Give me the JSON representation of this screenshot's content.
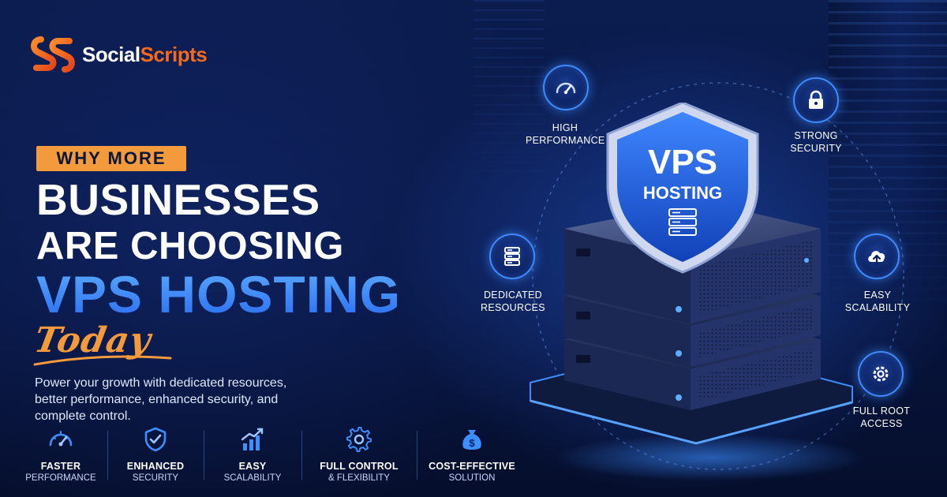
{
  "brand": {
    "name_part1": "Social",
    "name_part2": "Scripts",
    "orange": "#f26b1d",
    "accent_orange": "#f29a3c",
    "accent_blue": "#3d8eff"
  },
  "headline": {
    "kicker": "WHY MORE",
    "line1": "BUSINESSES",
    "line2": "ARE CHOOSING",
    "line3": "VPS HOSTING",
    "script": "Today"
  },
  "lead": "Power your growth with dedicated resources, better performance, enhanced security, and complete control.",
  "features": [
    {
      "icon": "speedometer-icon",
      "title": "FASTER",
      "subtitle": "PERFORMANCE"
    },
    {
      "icon": "shield-check-icon",
      "title": "ENHANCED",
      "subtitle": "SECURITY"
    },
    {
      "icon": "growth-chart-icon",
      "title": "EASY",
      "subtitle": "SCALABILITY"
    },
    {
      "icon": "gear-icon",
      "title": "FULL CONTROL",
      "subtitle": "& FLEXIBILITY"
    },
    {
      "icon": "money-bag-icon",
      "title": "COST-EFFECTIVE",
      "subtitle": "SOLUTION"
    }
  ],
  "shield": {
    "line1": "VPS",
    "line2": "HOSTING",
    "icon": "server-icon"
  },
  "orbit_nodes": [
    {
      "icon": "speedometer-icon",
      "line1": "HIGH",
      "line2": "PERFORMANCE"
    },
    {
      "icon": "lock-icon",
      "line1": "STRONG",
      "line2": "SECURITY"
    },
    {
      "icon": "server-icon",
      "line1": "DEDICATED",
      "line2": "RESOURCES"
    },
    {
      "icon": "cloud-upload-icon",
      "line1": "EASY",
      "line2": "SCALABILITY"
    },
    {
      "icon": "gear-icon",
      "line1": "FULL ROOT",
      "line2": "ACCESS"
    }
  ]
}
